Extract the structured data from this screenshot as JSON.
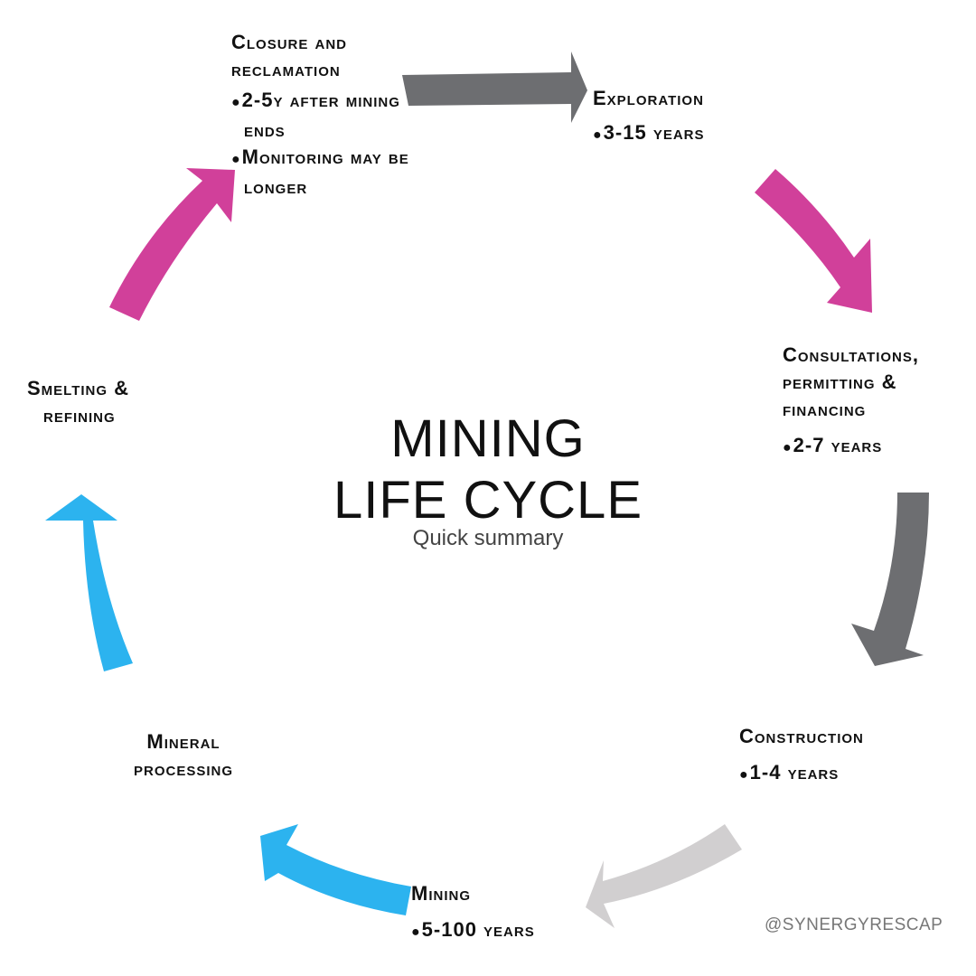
{
  "title": {
    "line1": "MINING",
    "line2": "LIFE CYCLE",
    "subtitle": "Quick summary"
  },
  "stages": {
    "exploration": {
      "title": "Exploration",
      "bullets": [
        "3-15 years"
      ]
    },
    "consultations": {
      "title_lines": [
        "Consultations,",
        "permitting &",
        "financing"
      ],
      "bullets": [
        "2-7 years"
      ]
    },
    "construction": {
      "title": "Construction",
      "bullets": [
        "1-4 years"
      ]
    },
    "mining": {
      "title": "Mining",
      "bullets": [
        "5-100 years"
      ]
    },
    "mineral_processing": {
      "title_lines": [
        "Mineral",
        "processing"
      ]
    },
    "smelting": {
      "title_lines": [
        "Smelting &",
        "refining"
      ]
    },
    "closure": {
      "title_lines": [
        "Closure and",
        "reclamation"
      ],
      "bullets": [
        "2-5y after mining ends",
        "Monitoring may be longer"
      ]
    }
  },
  "credit": "@SYNERGYRESCAP",
  "colors": {
    "gray": "#6d6e71",
    "magenta": "#d1409a",
    "light_gray": "#d1cfd0",
    "blue": "#2cb3ef",
    "text": "#111111"
  }
}
